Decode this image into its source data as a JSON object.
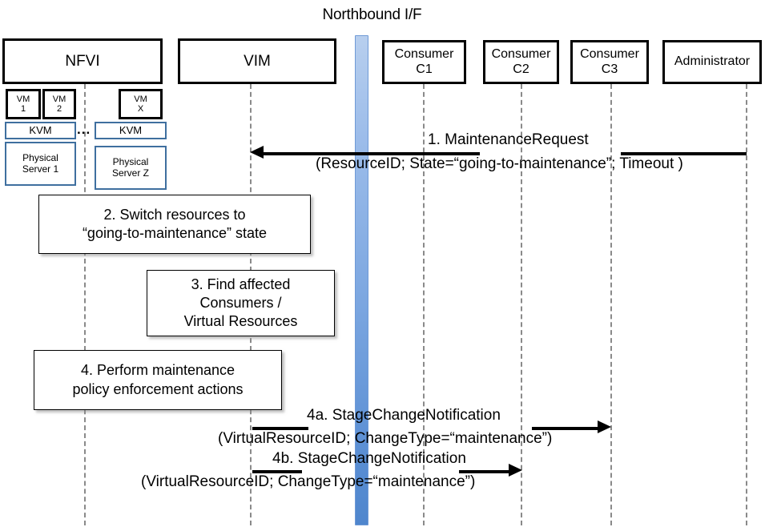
{
  "diagram": {
    "title": "Northbound I/F",
    "type": "uml-sequence-diagram"
  },
  "participants": [
    {
      "id": "nfvi",
      "label": "NFVI"
    },
    {
      "id": "vim",
      "label": "VIM"
    },
    {
      "id": "c1",
      "label_line1": "Consumer",
      "label_line2": "C1"
    },
    {
      "id": "c2",
      "label_line1": "Consumer",
      "label_line2": "C2"
    },
    {
      "id": "c3",
      "label_line1": "Consumer",
      "label_line2": "C3"
    },
    {
      "id": "admin",
      "label": "Administrator"
    }
  ],
  "nfvi_internals": {
    "vms": [
      {
        "line1": "VM",
        "line2": "1"
      },
      {
        "line1": "VM",
        "line2": "2"
      },
      {
        "line1": "VM",
        "line2": "X"
      }
    ],
    "hypervisors": [
      {
        "label": "KVM"
      },
      {
        "label": "KVM"
      }
    ],
    "servers": [
      {
        "line1": "Physical",
        "line2": "Server 1"
      },
      {
        "line1": "Physical",
        "line2": "Server Z"
      }
    ],
    "ellipsis": "..."
  },
  "messages": [
    {
      "id": "m1",
      "number": "1.",
      "name": "MaintenanceRequest",
      "params": "(ResourceID; State=“going-to-maintenance”; Timeout )",
      "label_top": "1.   MaintenanceRequest",
      "from": "admin",
      "to": "vim",
      "direction": "left"
    },
    {
      "id": "m4a",
      "number": "4a.",
      "name": "StageChangeNotification",
      "params": "(VirtualResourceID; ChangeType=“maintenance”)",
      "label_top": "4a. StageChangeNotification",
      "from": "vim",
      "to": "c3",
      "direction": "right"
    },
    {
      "id": "m4b",
      "number": "4b.",
      "name": "StageChangeNotification",
      "params": "(VirtualResourceID; ChangeType=“maintenance”)",
      "label_top": "4b. StageChangeNotification",
      "from": "vim",
      "to": "c2",
      "direction": "right"
    }
  ],
  "actions": [
    {
      "id": "a2",
      "line1": "2. Switch resources to",
      "line2": "“going-to-maintenance” state"
    },
    {
      "id": "a3",
      "line1": "3. Find affected",
      "line2": "Consumers /",
      "line3": "Virtual Resources"
    },
    {
      "id": "a4",
      "line1": "4. Perform maintenance",
      "line2": "policy enforcement actions"
    }
  ],
  "colors": {
    "interface_bar_top": "#b8cfee",
    "interface_bar_bottom": "#4f86cd",
    "host_border": "#3f6f9f",
    "participant_border": "#000000",
    "lifeline": "#8a8a8a"
  }
}
